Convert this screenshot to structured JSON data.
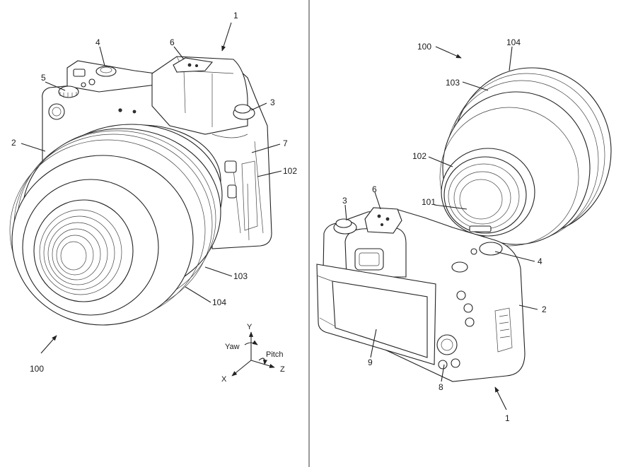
{
  "left_view": {
    "labels": {
      "camera": "1",
      "grip": "2",
      "shutter": "3",
      "dial": "4",
      "mode_dial": "5",
      "hot_shoe": "6",
      "button": "7",
      "lens_unit": "100",
      "mount": "102",
      "lens_ring": "103",
      "lens_barrel": "104"
    },
    "axes": {
      "yaw": "Yaw",
      "pitch": "Pitch",
      "x": "X",
      "y": "Y",
      "z": "Z"
    }
  },
  "right_view": {
    "labels": {
      "camera": "1",
      "grip": "2",
      "shutter": "3",
      "dial": "4",
      "hot_shoe": "6",
      "controller": "8",
      "monitor": "9",
      "lens_unit": "100",
      "mount_contacts": "101",
      "mount": "102",
      "lens_ring": "103",
      "lens_barrel": "104"
    }
  }
}
